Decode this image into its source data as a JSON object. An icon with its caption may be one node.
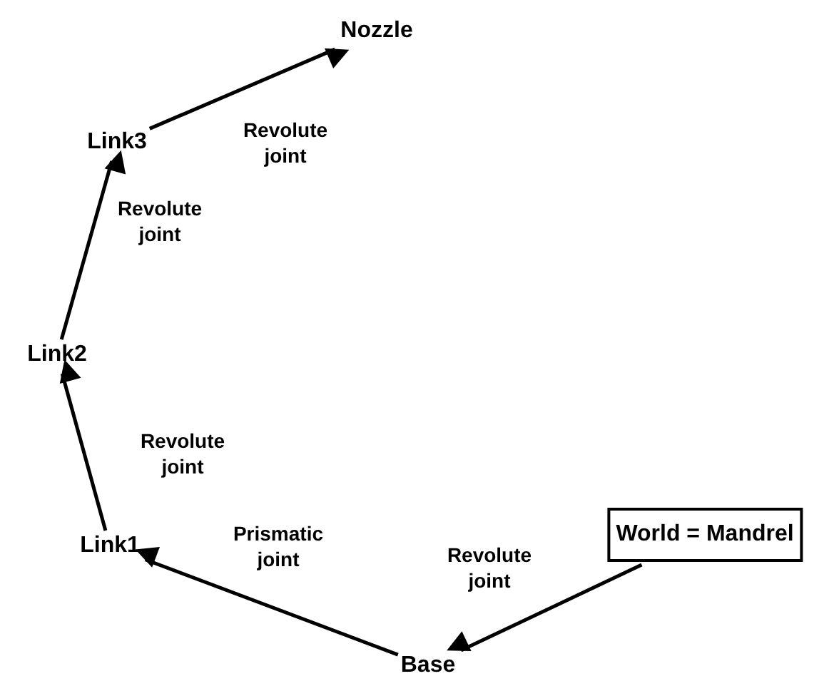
{
  "diagram": {
    "nodes": [
      {
        "text": [
          "World = Mandrel"
        ]
      },
      {
        "text": [
          "Base"
        ]
      },
      {
        "text": [
          "Link1"
        ]
      },
      {
        "text": [
          "Link2"
        ]
      },
      {
        "text": [
          "Link3"
        ]
      },
      {
        "text": [
          "Nozzle"
        ]
      }
    ],
    "edges": [
      {
        "from": 0,
        "to": 1,
        "arrow": "to",
        "label": "Revolute joint"
      },
      {
        "from": 1,
        "to": 2,
        "arrow": "to",
        "label": "Prismatic joint"
      },
      {
        "from": 2,
        "to": 3,
        "arrow": "to",
        "label": "Revolute joint"
      },
      {
        "from": 3,
        "to": 4,
        "arrow": "to",
        "label": "Revolute joint"
      },
      {
        "from": 4,
        "to": 5,
        "arrow": "to",
        "label": "Revolute joint"
      }
    ]
  }
}
